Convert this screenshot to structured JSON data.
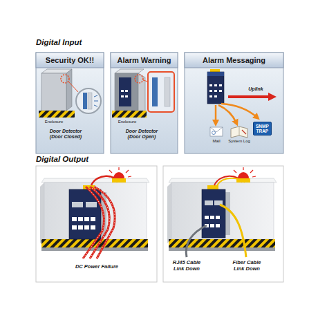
{
  "diagram": {
    "nodes": [
      {
        "text": [
          "Security OK!!",
          "Enclosure",
          "Door Detector (Door Closed)"
        ]
      },
      {
        "text": [
          "Alarm Warning",
          "Enclosure",
          "Door Detector (Door Open)"
        ]
      },
      {
        "text": [
          "Alarm Messaging",
          "Uplink",
          "Mail",
          "System Log"
        ]
      },
      {
        "text": [
          "SNMP TRAP"
        ],
        "in": 2
      },
      {
        "text": [
          "DC Power Failure"
        ]
      },
      {
        "text": [
          "RJ45 Cable Link Down",
          "Fiber Cable Link Down"
        ]
      }
    ],
    "labels": [
      "Digital Input",
      "Digital Output"
    ]
  }
}
